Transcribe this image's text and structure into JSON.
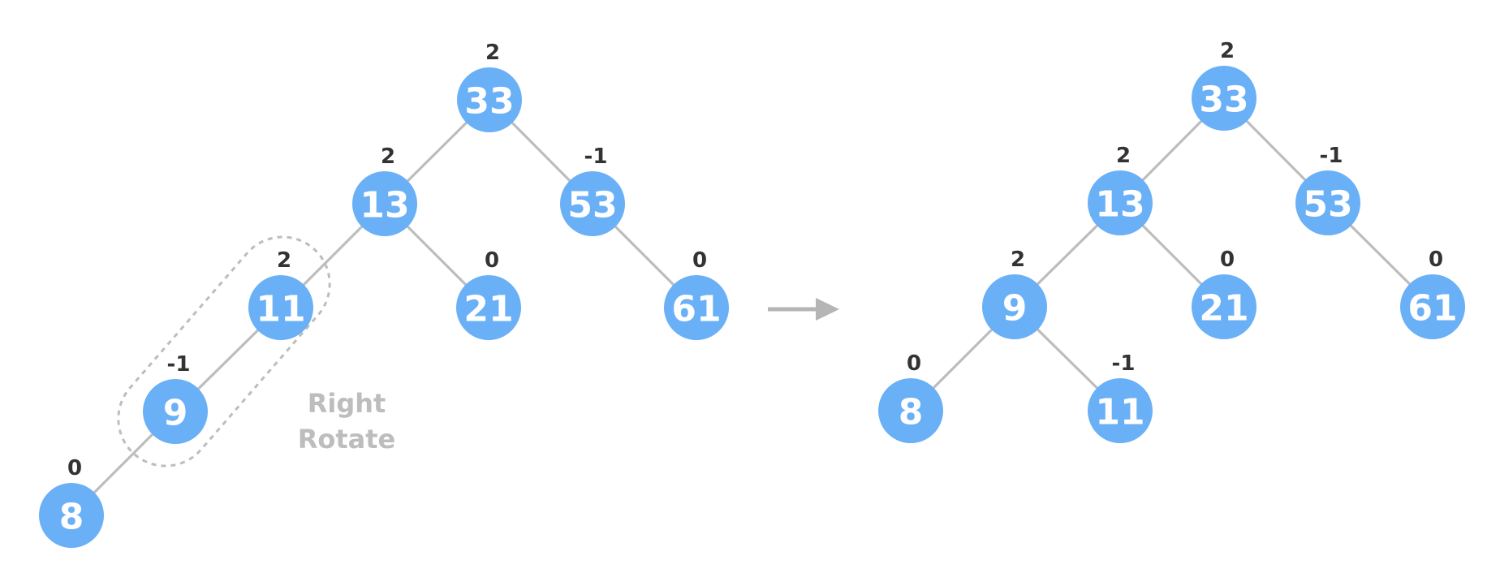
{
  "trees": [
    {
      "id": "before",
      "nodes": [
        {
          "id": "n33",
          "value": "33",
          "balance": "2"
        },
        {
          "id": "n13",
          "value": "13",
          "balance": "2"
        },
        {
          "id": "n53",
          "value": "53",
          "balance": "-1"
        },
        {
          "id": "n11",
          "value": "11",
          "balance": "2"
        },
        {
          "id": "n21",
          "value": "21",
          "balance": "0"
        },
        {
          "id": "n61",
          "value": "61",
          "balance": "0"
        },
        {
          "id": "n9",
          "value": "9",
          "balance": "-1"
        },
        {
          "id": "n8",
          "value": "8",
          "balance": "0"
        }
      ],
      "edges": [
        [
          "n33",
          "n13"
        ],
        [
          "n33",
          "n53"
        ],
        [
          "n13",
          "n11"
        ],
        [
          "n13",
          "n21"
        ],
        [
          "n53",
          "n61"
        ],
        [
          "n11",
          "n9"
        ],
        [
          "n9",
          "n8"
        ]
      ],
      "operation": {
        "label_line1": "Right",
        "label_line2": "Rotate",
        "highlighted_nodes": [
          "n11",
          "n9"
        ]
      }
    },
    {
      "id": "after",
      "nodes": [
        {
          "id": "m33",
          "value": "33",
          "balance": "2"
        },
        {
          "id": "m13",
          "value": "13",
          "balance": "2"
        },
        {
          "id": "m53",
          "value": "53",
          "balance": "-1"
        },
        {
          "id": "m9",
          "value": "9",
          "balance": "2"
        },
        {
          "id": "m21",
          "value": "21",
          "balance": "0"
        },
        {
          "id": "m61",
          "value": "61",
          "balance": "0"
        },
        {
          "id": "m8",
          "value": "8",
          "balance": "0"
        },
        {
          "id": "m11",
          "value": "11",
          "balance": "-1"
        }
      ],
      "edges": [
        [
          "m33",
          "m13"
        ],
        [
          "m33",
          "m53"
        ],
        [
          "m13",
          "m9"
        ],
        [
          "m13",
          "m21"
        ],
        [
          "m53",
          "m61"
        ],
        [
          "m9",
          "m8"
        ],
        [
          "m9",
          "m11"
        ]
      ]
    }
  ],
  "colors": {
    "node_fill": "#6ab0f7",
    "node_text": "#ffffff",
    "balance_text": "#333333",
    "edge": "#bdbdbd",
    "annotation": "#bdbdbd",
    "arrow": "#b5b5b5"
  },
  "transition_icon": "right-arrow-icon"
}
